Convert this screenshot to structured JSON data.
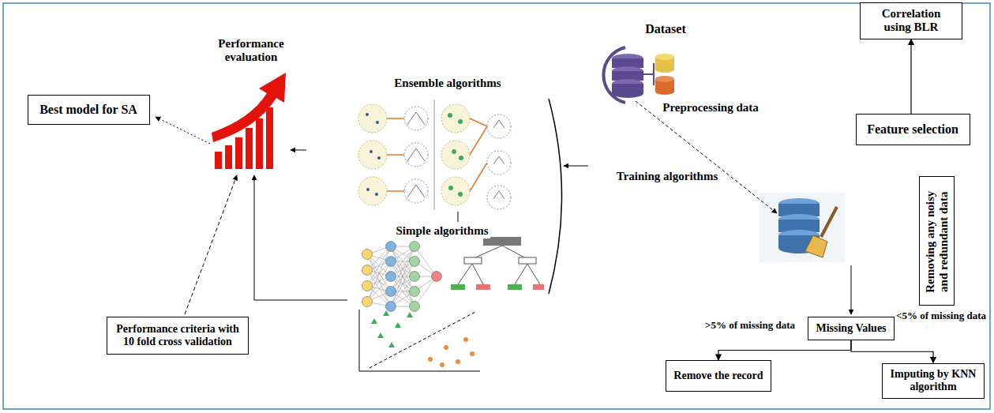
{
  "diagram": {
    "nodes": [
      {
        "text": [
          "Correlation using BLR"
        ]
      },
      {
        "text": [
          "Feature selection"
        ]
      },
      {
        "text": [
          "Removing any noisy and redundant data"
        ]
      },
      {
        "text": [
          "Missing Values"
        ]
      },
      {
        "text": [
          "Remove the record"
        ]
      },
      {
        "text": [
          "Imputing by KNN algorithm"
        ]
      },
      {
        "text": [
          "Best model for SA"
        ]
      },
      {
        "text": [
          "Performance criteria with 10 fold cross validation"
        ]
      }
    ],
    "edges": [
      {
        "from": 1,
        "to": 0,
        "arrow": "to"
      },
      {
        "from": 3,
        "to": 4,
        "arrow": "to"
      },
      {
        "from": 3,
        "to": 5,
        "arrow": "to"
      }
    ],
    "labels": [
      "Dataset",
      "Preprocessing data",
      "Training algorithms",
      "Ensemble algorithms",
      "Simple algorithms",
      "Performance evaluation",
      ">5% of missing data",
      "<5% of missing data"
    ]
  }
}
